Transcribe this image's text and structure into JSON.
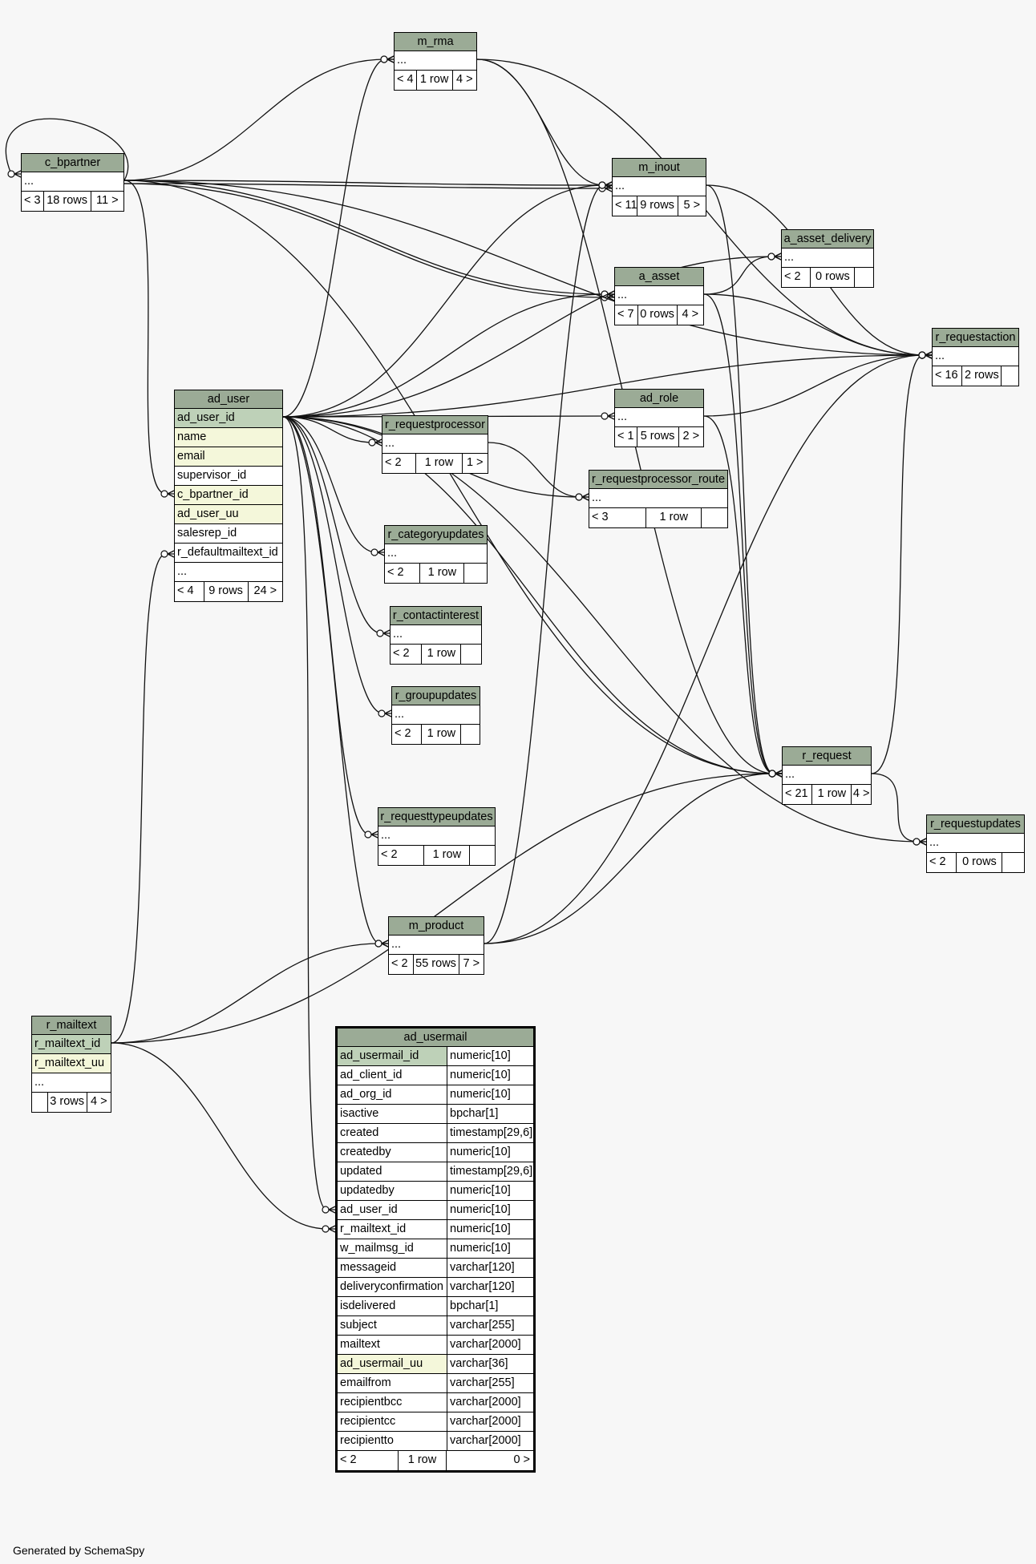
{
  "tables": [
    {
      "id": "c_bpartner",
      "name": "c_bpartner",
      "rows": [
        "..."
      ],
      "footer": [
        "< 3",
        "18 rows",
        "11 >"
      ]
    },
    {
      "id": "m_rma",
      "name": "m_rma",
      "rows": [
        "..."
      ],
      "footer": [
        "< 4",
        "1 row",
        "4 >"
      ]
    },
    {
      "id": "m_inout",
      "name": "m_inout",
      "rows": [
        "..."
      ],
      "footer": [
        "< 11",
        "9 rows",
        "5 >"
      ]
    },
    {
      "id": "a_asset_delivery",
      "name": "a_asset_delivery",
      "rows": [
        "..."
      ],
      "footer": [
        "< 2",
        "0 rows",
        ""
      ]
    },
    {
      "id": "a_asset",
      "name": "a_asset",
      "rows": [
        "..."
      ],
      "footer": [
        "< 7",
        "0 rows",
        "4 >"
      ]
    },
    {
      "id": "r_requestaction",
      "name": "r_requestaction",
      "rows": [
        "..."
      ],
      "footer": [
        "< 16",
        "2 rows",
        ""
      ]
    },
    {
      "id": "ad_user",
      "name": "ad_user",
      "rows": [
        {
          "text": "ad_user_id",
          "kind": "pk"
        },
        {
          "text": "name",
          "kind": "idx"
        },
        {
          "text": "email",
          "kind": "idx"
        },
        {
          "text": "supervisor_id",
          "kind": ""
        },
        {
          "text": "c_bpartner_id",
          "kind": "idx"
        },
        {
          "text": "ad_user_uu",
          "kind": "idx"
        },
        {
          "text": "salesrep_id",
          "kind": ""
        },
        {
          "text": "r_defaultmailtext_id",
          "kind": ""
        },
        {
          "text": "...",
          "kind": ""
        }
      ],
      "footer": [
        "< 4",
        "9 rows",
        "24 >"
      ]
    },
    {
      "id": "ad_role",
      "name": "ad_role",
      "rows": [
        "..."
      ],
      "footer": [
        "< 1",
        "5 rows",
        "2 >"
      ]
    },
    {
      "id": "r_requestprocessor",
      "name": "r_requestprocessor",
      "rows": [
        "..."
      ],
      "footer": [
        "< 2",
        "1 row",
        "1 >"
      ]
    },
    {
      "id": "r_requestprocessor_route",
      "name": "r_requestprocessor_route",
      "rows": [
        "..."
      ],
      "footer": [
        "< 3",
        "1 row",
        ""
      ]
    },
    {
      "id": "r_categoryupdates",
      "name": "r_categoryupdates",
      "rows": [
        "..."
      ],
      "footer": [
        "< 2",
        "1 row",
        ""
      ]
    },
    {
      "id": "r_contactinterest",
      "name": "r_contactinterest",
      "rows": [
        "..."
      ],
      "footer": [
        "< 2",
        "1 row",
        ""
      ]
    },
    {
      "id": "r_groupupdates",
      "name": "r_groupupdates",
      "rows": [
        "..."
      ],
      "footer": [
        "< 2",
        "1 row",
        ""
      ]
    },
    {
      "id": "r_request",
      "name": "r_request",
      "rows": [
        "..."
      ],
      "footer": [
        "< 21",
        "1 row",
        "4 >"
      ]
    },
    {
      "id": "r_requesttypeupdates",
      "name": "r_requesttypeupdates",
      "rows": [
        "..."
      ],
      "footer": [
        "< 2",
        "1 row",
        ""
      ]
    },
    {
      "id": "r_requestupdates",
      "name": "r_requestupdates",
      "rows": [
        "..."
      ],
      "footer": [
        "< 2",
        "0 rows",
        ""
      ]
    },
    {
      "id": "m_product",
      "name": "m_product",
      "rows": [
        "..."
      ],
      "footer": [
        "< 2",
        "55 rows",
        "7 >"
      ]
    },
    {
      "id": "r_mailtext",
      "name": "r_mailtext",
      "rows": [
        {
          "text": "r_mailtext_id",
          "kind": "pk"
        },
        {
          "text": "r_mailtext_uu",
          "kind": "idx"
        },
        {
          "text": "...",
          "kind": ""
        }
      ],
      "footer": [
        "",
        "3 rows",
        "4 >"
      ]
    },
    {
      "id": "ad_usermail",
      "name": "ad_usermail",
      "columns": [
        {
          "name": "ad_usermail_id",
          "type": "numeric[10]",
          "kind": "pk"
        },
        {
          "name": "ad_client_id",
          "type": "numeric[10]",
          "kind": ""
        },
        {
          "name": "ad_org_id",
          "type": "numeric[10]",
          "kind": ""
        },
        {
          "name": "isactive",
          "type": "bpchar[1]",
          "kind": ""
        },
        {
          "name": "created",
          "type": "timestamp[29,6]",
          "kind": ""
        },
        {
          "name": "createdby",
          "type": "numeric[10]",
          "kind": ""
        },
        {
          "name": "updated",
          "type": "timestamp[29,6]",
          "kind": ""
        },
        {
          "name": "updatedby",
          "type": "numeric[10]",
          "kind": ""
        },
        {
          "name": "ad_user_id",
          "type": "numeric[10]",
          "kind": ""
        },
        {
          "name": "r_mailtext_id",
          "type": "numeric[10]",
          "kind": ""
        },
        {
          "name": "w_mailmsg_id",
          "type": "numeric[10]",
          "kind": ""
        },
        {
          "name": "messageid",
          "type": "varchar[120]",
          "kind": ""
        },
        {
          "name": "deliveryconfirmation",
          "type": "varchar[120]",
          "kind": ""
        },
        {
          "name": "isdelivered",
          "type": "bpchar[1]",
          "kind": ""
        },
        {
          "name": "subject",
          "type": "varchar[255]",
          "kind": ""
        },
        {
          "name": "mailtext",
          "type": "varchar[2000]",
          "kind": ""
        },
        {
          "name": "ad_usermail_uu",
          "type": "varchar[36]",
          "kind": "idx"
        },
        {
          "name": "emailfrom",
          "type": "varchar[255]",
          "kind": ""
        },
        {
          "name": "recipientbcc",
          "type": "varchar[2000]",
          "kind": ""
        },
        {
          "name": "recipientcc",
          "type": "varchar[2000]",
          "kind": ""
        },
        {
          "name": "recipientto",
          "type": "varchar[2000]",
          "kind": ""
        }
      ],
      "footer": [
        "< 2",
        "1 row",
        "0 >"
      ]
    }
  ],
  "edges": [
    [
      "c_bpartner",
      "c_bpartner"
    ],
    [
      "c_bpartner",
      "m_rma"
    ],
    [
      "c_bpartner",
      "m_inout"
    ],
    [
      "c_bpartner",
      "m_inout"
    ],
    [
      "c_bpartner",
      "a_asset"
    ],
    [
      "c_bpartner",
      "a_asset"
    ],
    [
      "c_bpartner",
      "r_requestaction"
    ],
    [
      "c_bpartner",
      "r_request"
    ],
    [
      "c_bpartner",
      "ad_user"
    ],
    [
      "m_rma",
      "m_inout"
    ],
    [
      "m_rma",
      "r_requestaction"
    ],
    [
      "m_rma",
      "r_request"
    ],
    [
      "m_inout",
      "r_requestaction"
    ],
    [
      "m_inout",
      "r_request"
    ],
    [
      "a_asset",
      "a_asset_delivery"
    ],
    [
      "a_asset",
      "r_requestaction"
    ],
    [
      "a_asset",
      "r_request"
    ],
    [
      "ad_user",
      "m_rma"
    ],
    [
      "ad_user",
      "m_inout"
    ],
    [
      "ad_user",
      "a_asset"
    ],
    [
      "ad_user",
      "a_asset_delivery"
    ],
    [
      "ad_user",
      "r_requestaction"
    ],
    [
      "ad_user",
      "ad_role"
    ],
    [
      "ad_user",
      "r_requestprocessor"
    ],
    [
      "ad_user",
      "r_requestprocessor_route"
    ],
    [
      "ad_user",
      "r_categoryupdates"
    ],
    [
      "ad_user",
      "r_contactinterest"
    ],
    [
      "ad_user",
      "r_groupupdates"
    ],
    [
      "ad_user",
      "r_request"
    ],
    [
      "ad_user",
      "r_requesttypeupdates"
    ],
    [
      "ad_user",
      "r_requestupdates"
    ],
    [
      "ad_user",
      "m_product"
    ],
    [
      "ad_user",
      "ad_usermail"
    ],
    [
      "ad_role",
      "r_requestaction"
    ],
    [
      "ad_role",
      "r_request"
    ],
    [
      "r_requestprocessor",
      "r_requestprocessor_route"
    ],
    [
      "r_request",
      "r_requestaction"
    ],
    [
      "r_request",
      "r_requestupdates"
    ],
    [
      "m_product",
      "r_requestaction"
    ],
    [
      "m_product",
      "r_request"
    ],
    [
      "m_product",
      "m_inout"
    ],
    [
      "r_mailtext",
      "ad_user"
    ],
    [
      "r_mailtext",
      "m_product"
    ],
    [
      "r_mailtext",
      "r_request"
    ],
    [
      "r_mailtext",
      "ad_usermail"
    ]
  ],
  "footer_note": "Generated by SchemaSpy"
}
